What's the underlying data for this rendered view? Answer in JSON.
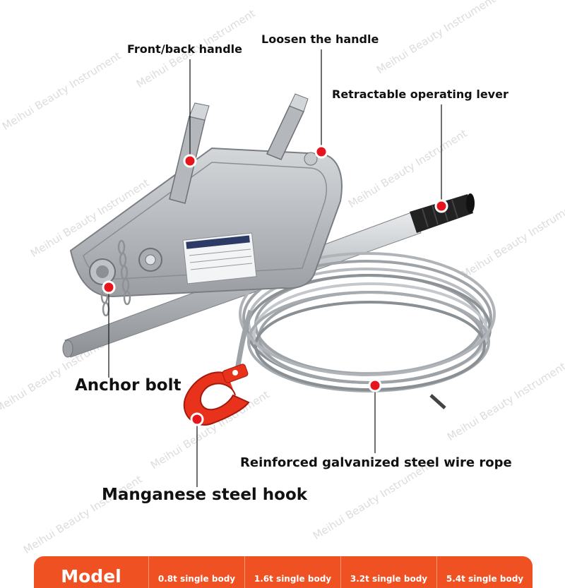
{
  "watermark": "Meihui Beauty Instrument",
  "callouts": {
    "front_back_handle": "Front/back handle",
    "loosen_handle": "Loosen the handle",
    "retractable_lever": "Retractable operating lever",
    "anchor_bolt": "Anchor bolt",
    "wire_rope": "Reinforced galvanized steel wire rope",
    "hook": "Manganese steel hook"
  },
  "model": {
    "label": "Model",
    "options": [
      "0.8t single body",
      "1.6t single body",
      "3.2t single body",
      "5.4t single body"
    ]
  },
  "colors": {
    "accent": "#f05123",
    "marker": "#e8141b",
    "hook": "#e8321c",
    "body": "#b8bcc0"
  }
}
